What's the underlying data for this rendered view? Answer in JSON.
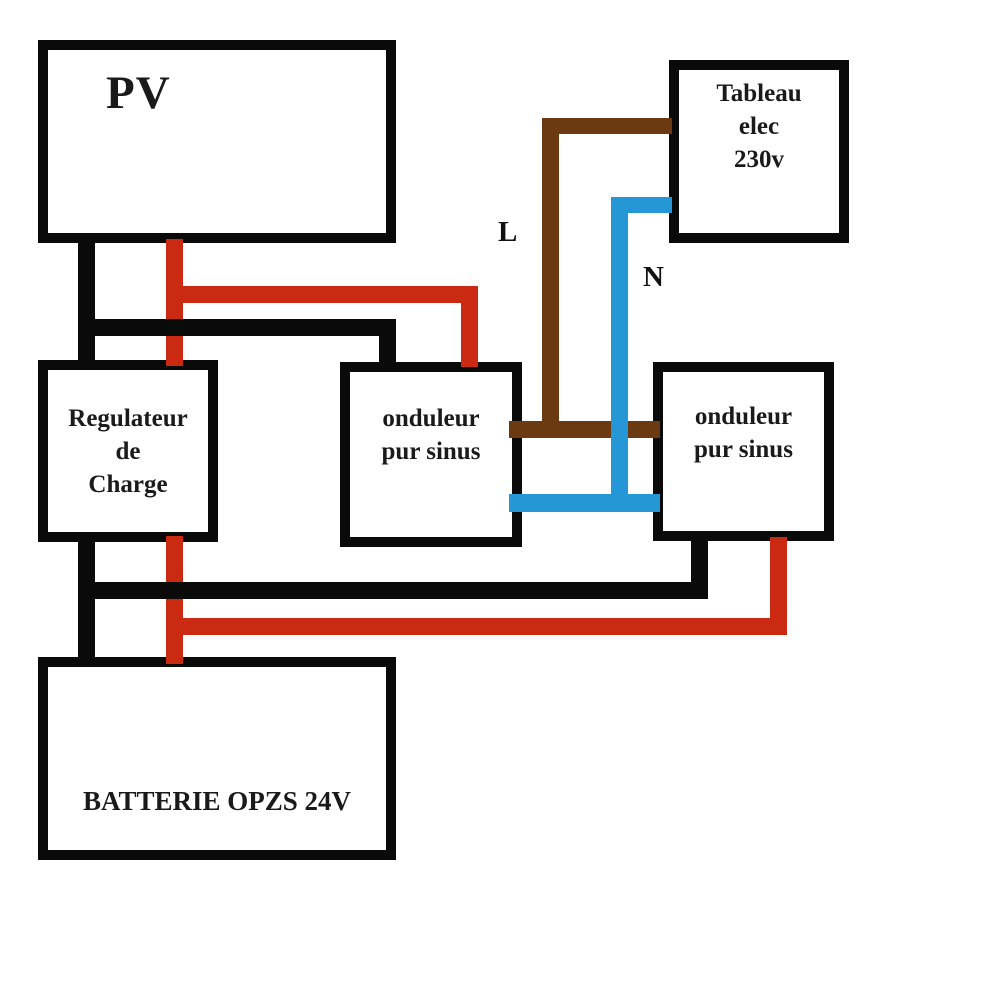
{
  "boxes": {
    "pv": {
      "label": "PV"
    },
    "tableau": {
      "lines": [
        "Tableau",
        "elec",
        "230v"
      ]
    },
    "regulateur": {
      "lines": [
        "Regulateur",
        "de",
        "Charge"
      ]
    },
    "onduleur1": {
      "lines": [
        "onduleur",
        "pur sinus"
      ]
    },
    "onduleur2": {
      "lines": [
        "onduleur",
        "pur sinus"
      ]
    },
    "batterie": {
      "label": "BATTERIE OPZS 24V"
    }
  },
  "wire_labels": {
    "live": "L",
    "neutral": "N"
  },
  "colors": {
    "wire_red": "#cb2a12",
    "wire_black": "#0a0a0a",
    "wire_brown": "#6b3a10",
    "wire_blue": "#2597d7"
  }
}
